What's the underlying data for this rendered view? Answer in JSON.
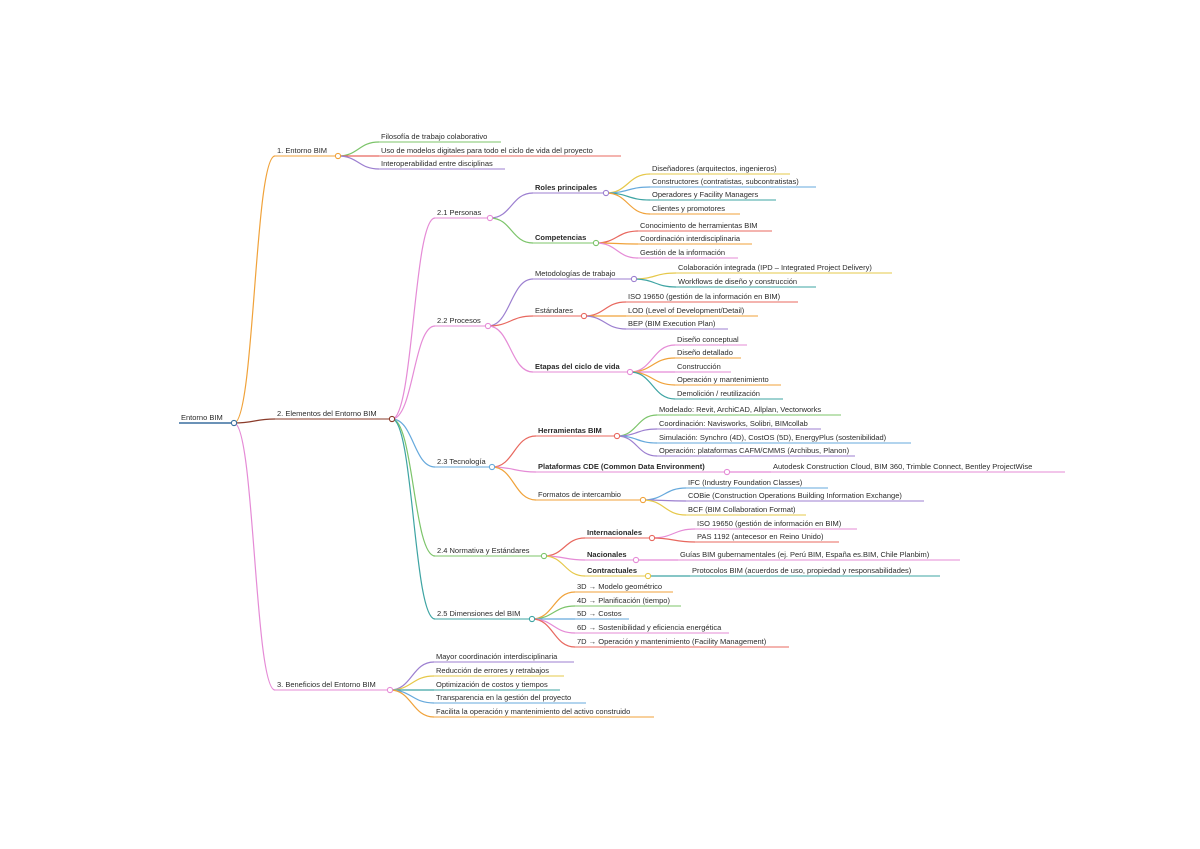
{
  "diagram": {
    "root": "Entorno BIM",
    "sections": {
      "s1": "1. Entorno BIM",
      "s1_items": [
        "Filosofía de trabajo colaborativo",
        "Uso de modelos digitales para todo el ciclo de vida del proyecto",
        "Interoperabilidad entre disciplinas"
      ],
      "s2": "2. Elementos del Entorno BIM",
      "s2_1": "2.1 Personas",
      "roles": "Roles principales",
      "roles_items": [
        "Diseñadores (arquitectos, ingenieros)",
        "Constructores (contratistas, subcontratistas)",
        "Operadores y Facility Managers",
        "Clientes y promotores"
      ],
      "competencias": "Competencias",
      "competencias_items": [
        "Conocimiento de herramientas BIM",
        "Coordinación interdisciplinaria",
        "Gestión de la información"
      ],
      "s2_2": "2.2 Procesos",
      "metodologias": "Metodologías de trabajo",
      "metodologias_items": [
        "Colaboración integrada (IPD – Integrated Project Delivery)",
        "Workflows de diseño y construcción"
      ],
      "estandares": "Estándares",
      "estandares_items": [
        "ISO 19650 (gestión de la información en BIM)",
        "LOD (Level of Development/Detail)",
        "BEP (BIM Execution Plan)"
      ],
      "etapas": "Etapas del ciclo de vida",
      "etapas_items": [
        "Diseño conceptual",
        "Diseño detallado",
        "Construcción",
        "Operación y mantenimiento",
        "Demolición / reutilización"
      ],
      "s2_3": "2.3 Tecnología",
      "herramientas": "Herramientas BIM",
      "herramientas_items": [
        "Modelado: Revit, ArchiCAD, Allplan, Vectorworks",
        "Coordinación: Navisworks, Solibri, BIMcollab",
        "Simulación: Synchro (4D), CostOS (5D), EnergyPlus (sostenibilidad)",
        "Operación: plataformas CAFM/CMMS (Archibus, Planon)"
      ],
      "plataformas": "Plataformas CDE (Common Data Environment)",
      "plataformas_items": [
        "Autodesk Construction Cloud, BIM 360, Trimble Connect, Bentley ProjectWise"
      ],
      "formatos": "Formatos de intercambio",
      "formatos_items": [
        "IFC (Industry Foundation Classes)",
        "COBie (Construction Operations Building Information Exchange)",
        "BCF (BIM Collaboration Format)"
      ],
      "s2_4": "2.4 Normativa y Estándares",
      "internacionales": "Internacionales",
      "internacionales_items": [
        "ISO 19650 (gestión de información en BIM)",
        "PAS 1192 (antecesor en Reino Unido)"
      ],
      "nacionales": "Nacionales",
      "nacionales_items": [
        "Guías BIM gubernamentales (ej. Perú BIM, España es.BIM, Chile Planbim)"
      ],
      "contractuales": "Contractuales",
      "contractuales_items": [
        "Protocolos BIM (acuerdos de uso, propiedad y responsabilidades)"
      ],
      "s2_5": "2.5 Dimensiones del BIM",
      "dimensiones_items": [
        "3D → Modelo geométrico",
        "4D → Planificación (tiempo)",
        "5D → Costos",
        "6D → Sostenibilidad y eficiencia energética",
        "7D → Operación y mantenimiento (Facility Management)"
      ],
      "s3": "3. Beneficios del Entorno BIM",
      "s3_items": [
        "Mayor coordinación interdisciplinaria",
        "Reducción de errores y retrabajos",
        "Optimización de costos y tiempos",
        "Transparencia en la gestión del proyecto",
        "Facilita la operación y mantenimiento del activo construido"
      ]
    }
  },
  "colors": {
    "root": "#3a6f9f",
    "orange": "#f0a23a",
    "pink": "#e58bd6",
    "red": "#e8685f",
    "green": "#7cc46a",
    "blue": "#66a9dc",
    "teal": "#3ea4a3",
    "purple": "#9c7fd0",
    "yellow": "#e6c84a",
    "darkred": "#8a3b2a"
  }
}
